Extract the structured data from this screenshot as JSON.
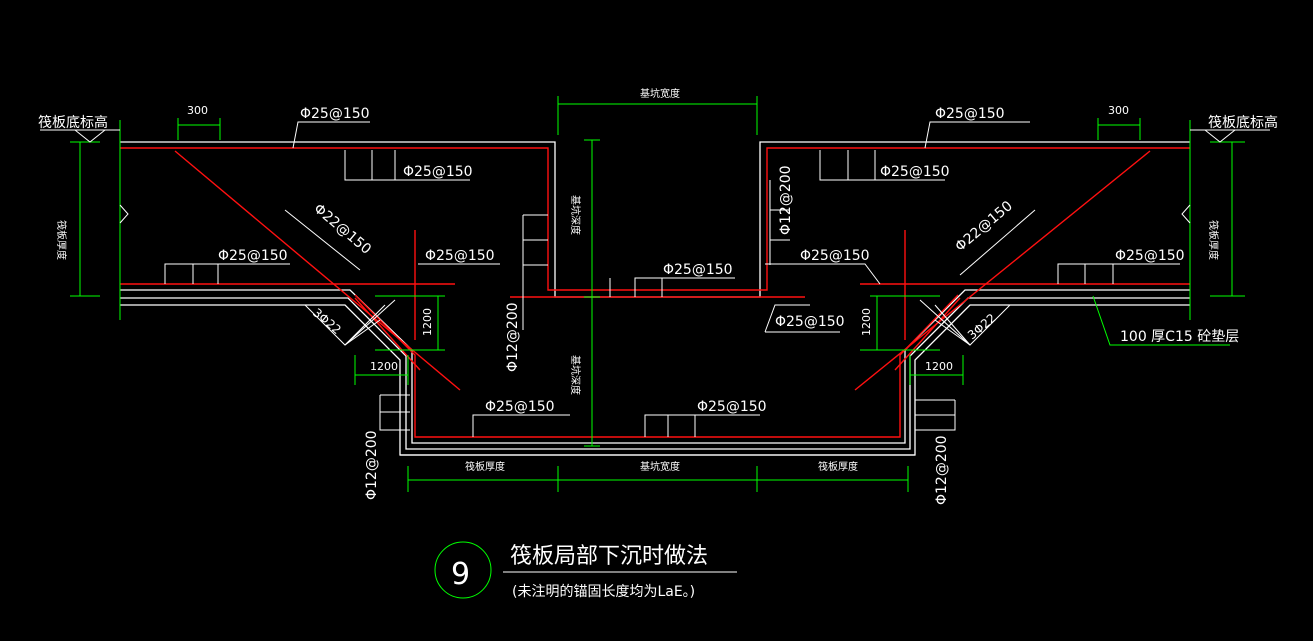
{
  "drawing": {
    "title": "筏板局部下沉时做法",
    "subtitle": "(未注明的锚固长度均为LaE。)",
    "detail_number": "9"
  },
  "labels": {
    "raft_bottom_left": "筏板底标高",
    "raft_bottom_right": "筏板底标高",
    "raft_thickness_left": "筏板厚度",
    "raft_thickness_right": "筏板厚度",
    "pit_width_top": "基坑宽度",
    "pit_depth": "基坑深度",
    "pit_depth_lower": "基坑深度",
    "bottom_left": "筏板厚度",
    "bottom_mid": "基坑宽度",
    "bottom_right": "筏板厚度",
    "cushion": "100 厚C15 砼垫层"
  },
  "dimensions": {
    "d300_left": "300",
    "d300_right": "300",
    "d1200_v_left": "1200",
    "d1200_h_left": "1200",
    "d1200_v_right": "1200",
    "d1200_h_right": "1200"
  },
  "rebar": {
    "top_left": "Φ25@150",
    "top_left_2": "Φ25@150",
    "top_right": "Φ25@150",
    "top_right_2": "Φ25@150",
    "mid_left": "Φ25@150",
    "mid_left_2": "Φ25@150",
    "mid_right": "Φ25@150",
    "mid_right_2": "Φ25@150",
    "pit_top": "Φ25@150",
    "pit_mid_right": "Φ25@150",
    "pit_bot_left": "Φ25@150",
    "pit_bot_right": "Φ25@150",
    "diag_left": "Φ22@150",
    "diag_right": "Φ22@150",
    "corner_left": "3Φ22",
    "corner_right": "3Φ22",
    "stirrup_v_left": "Φ12@200",
    "stirrup_v_right": "Φ12@200",
    "stirrup_bot_left": "Φ12@200",
    "stirrup_bot_right": "Φ12@200"
  },
  "colors": {
    "background": "#000000",
    "outline": "#ffffff",
    "rebar": "#ff0000",
    "dimension": "#00ff00",
    "text": "#ffffff"
  }
}
